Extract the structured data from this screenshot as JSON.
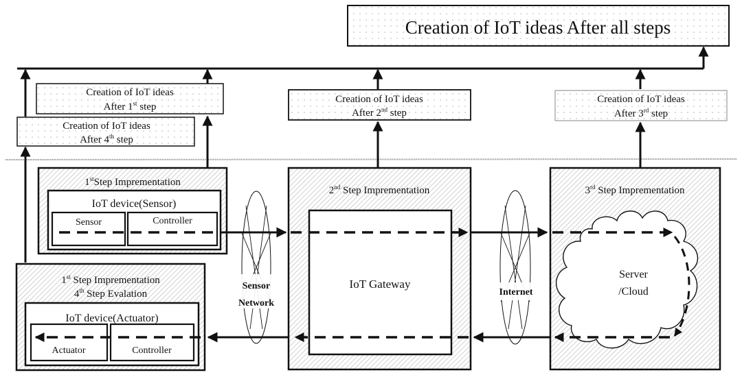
{
  "colors": {
    "stroke": "#111111",
    "hatch": "#bdbdbd",
    "dots": "#b0b0b0",
    "separator": "#9a9a9a",
    "background": "#ffffff"
  },
  "idea_boxes": {
    "all_steps": "Creation of IoT ideas After all  steps",
    "step1": {
      "line1": "Creation of IoT ideas",
      "pre": "After 1",
      "sup": "st",
      "post": " step"
    },
    "step4": {
      "line1": "Creation of IoT ideas",
      "pre": "After 4",
      "sup": "th",
      "post": " step"
    },
    "step2": {
      "line1": "Creation of IoT ideas",
      "pre": "After 2",
      "sup": "nd",
      "post": " step"
    },
    "step3": {
      "line1": "Creation of IoT ideas",
      "pre": "After 3",
      "sup": "rd",
      "post": " step"
    }
  },
  "sensor_block": {
    "title_pre": "1",
    "title_sup": "st",
    "title_post": "Step Imprementation",
    "device": "IoT device(Sensor)",
    "left": "Sensor",
    "right": "Controller"
  },
  "actuator_block": {
    "title1_pre": "1",
    "title1_sup": "st",
    "title1_post": " Step Imprementation",
    "title2_pre": "4",
    "title2_sup": "th",
    "title2_post": " Step Evalation",
    "device": "IoT device(Actuator)",
    "left": "Actuator",
    "right": "Controller"
  },
  "gateway_block": {
    "title_pre": "2",
    "title_sup": "nd",
    "title_post": " Step Imprementation",
    "inner": "IoT Gateway"
  },
  "cloud_block": {
    "title_pre": "3",
    "title_sup": "rd",
    "title_post": " Step Imprementation",
    "line1": "Server",
    "line2": "/Cloud"
  },
  "networks": {
    "sensor_network": {
      "line1": "Sensor",
      "line2": "Network"
    },
    "internet": "Internet"
  }
}
